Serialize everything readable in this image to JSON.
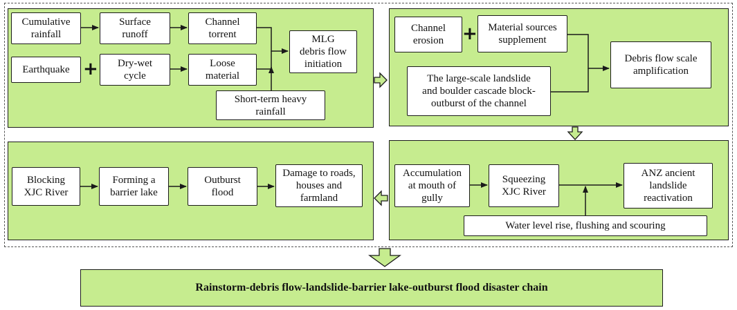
{
  "panel1": {
    "cumulative_rainfall": "Cumulative\nrainfall",
    "surface_runoff": "Surface\nrunoff",
    "channel_torrent": "Channel\ntorrent",
    "mlg_initiation": "MLG\ndebris flow\ninitiation",
    "earthquake": "Earthquake",
    "plus": "+",
    "dry_wet_cycle": "Dry-wet\ncycle",
    "loose_material": "Loose\nmaterial",
    "short_term_rainfall": "Short-term heavy\nrainfall"
  },
  "panel2": {
    "channel_erosion": "Channel\nerosion",
    "plus": "+",
    "material_sources": "Material sources\nsupplement",
    "landslide_block": "The large-scale landslide\nand boulder cascade block-\noutburst of the channel",
    "scale_amplification": "Debris flow scale\namplification"
  },
  "panel3": {
    "accumulation": "Accumulation\nat mouth of\ngully",
    "squeezing": "Squeezing\nXJC River",
    "anz_reactivation": "ANZ ancient\nlandslide\nreactivation",
    "water_level": "Water level rise, flushing and scouring"
  },
  "panel4": {
    "blocking": "Blocking\nXJC River",
    "barrier_lake": "Forming a\nbarrier lake",
    "outburst_flood": "Outburst\nflood",
    "damage": "Damage to roads,\nhouses and\nfarmland"
  },
  "conclusion": "Rainstorm-debris flow-landslide-barrier lake-outburst flood disaster chain"
}
